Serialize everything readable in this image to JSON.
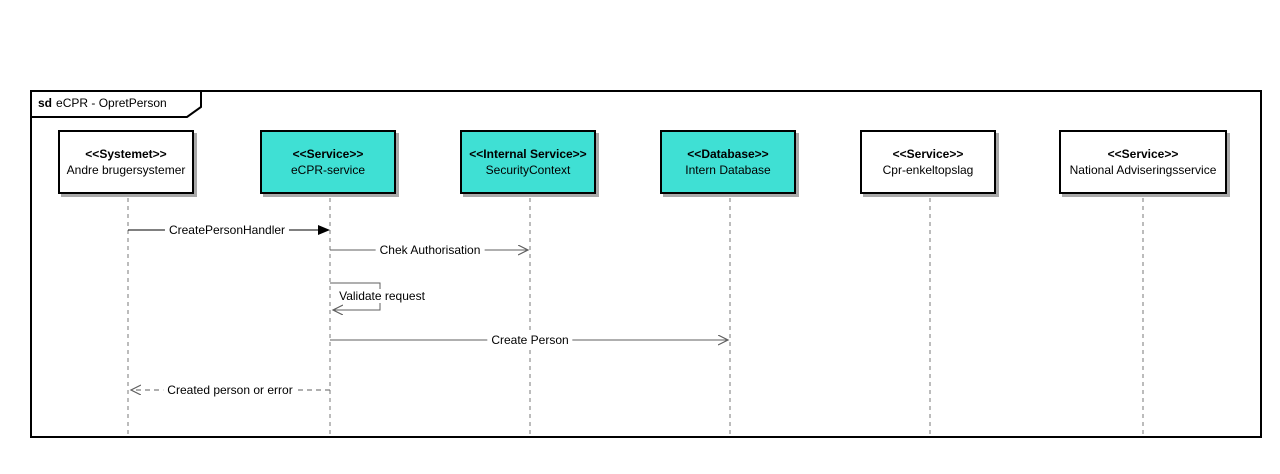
{
  "frame": {
    "operator": "sd",
    "title": "eCPR - OpretPerson"
  },
  "participants": [
    {
      "stereotype": "<<Systemet>>",
      "name": "Andre brugersystemer",
      "fill": "white"
    },
    {
      "stereotype": "<<Service>>",
      "name": "eCPR-service",
      "fill": "teal"
    },
    {
      "stereotype": "<<Internal Service>>",
      "name": "SecurityContext",
      "fill": "teal"
    },
    {
      "stereotype": "<<Database>>",
      "name": "Intern Database",
      "fill": "teal"
    },
    {
      "stereotype": "<<Service>>",
      "name": "Cpr-enkeltopslag",
      "fill": "white"
    },
    {
      "stereotype": "<<Service>>",
      "name": "National Adviseringsservice",
      "fill": "white"
    }
  ],
  "messages": [
    {
      "label": "CreatePersonHandler",
      "from": "Andre brugersystemer",
      "to": "eCPR-service",
      "kind": "solid-filled-arrow"
    },
    {
      "label": "Chek Authorisation",
      "from": "eCPR-service",
      "to": "SecurityContext",
      "kind": "solid-open-arrow"
    },
    {
      "label": "Validate request",
      "from": "eCPR-service",
      "to": "eCPR-service",
      "kind": "self-message"
    },
    {
      "label": "Create Person",
      "from": "eCPR-service",
      "to": "Intern Database",
      "kind": "solid-open-arrow"
    },
    {
      "label": "Created person or error",
      "from": "eCPR-service",
      "to": "Andre brugersystemer",
      "kind": "dashed-return-arrow"
    }
  ],
  "colors": {
    "participant_teal": "#3FE0D4",
    "participant_white": "#FFFFFF",
    "border_black": "#000000",
    "lifeline_gray": "#7A7A7A",
    "arrow_gray": "#5F5F5F",
    "shadow_gray": "#A9A9A9"
  }
}
